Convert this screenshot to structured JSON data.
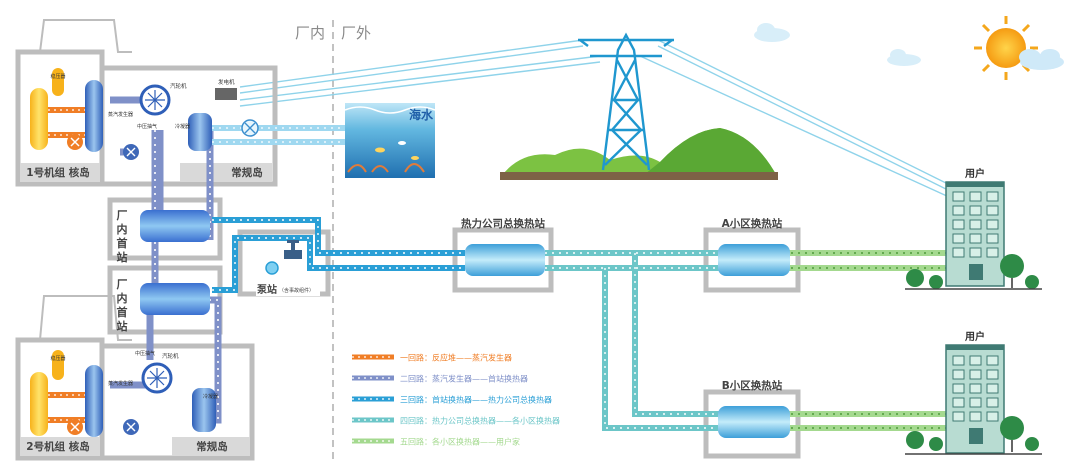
{
  "zones": {
    "inside": "厂内",
    "outside": "厂外"
  },
  "units": {
    "unit1": {
      "label": "1号机组 核岛",
      "conv": "常规岛"
    },
    "unit2": {
      "label": "2号机组 核岛",
      "conv": "常规岛"
    },
    "pressurizer": "稳压器",
    "steam_gen": "蒸汽发生器",
    "turbine": "汽轮机",
    "generator": "发电机",
    "mp_extract": "中压抽气",
    "condenser": "冷凝器"
  },
  "stations": {
    "head1": "厂内首站",
    "head2": "厂内首站",
    "pump": "泵站",
    "pump_note": "（含事故组件）",
    "heat_company": "热力公司总换热站",
    "zone_a": "A小区换热站",
    "zone_b": "B小区换热站"
  },
  "seawater": "海水",
  "users": {
    "user1": "用户",
    "user2": "用户"
  },
  "legend": [
    {
      "color": "#f07e26",
      "text": "一回路：反应堆——蒸汽发生器"
    },
    {
      "color": "#7f90c8",
      "text": "二回路：蒸汽发生器——首站换热器"
    },
    {
      "color": "#2a9fd6",
      "text": "三回路：首站换热器——热力公司总换热器"
    },
    {
      "color": "#6cc6c8",
      "text": "四回路：热力公司总换热器——各小区换热器"
    },
    {
      "color": "#a4d98f",
      "text": "五回路：各小区换热器——用户家"
    }
  ],
  "colors": {
    "loop1": "#f07e26",
    "loop2": "#7f90c8",
    "loop3": "#2a9fd6",
    "loop4": "#6cc6c8",
    "loop5": "#a4d98f",
    "frame": "#bdbdbd"
  }
}
